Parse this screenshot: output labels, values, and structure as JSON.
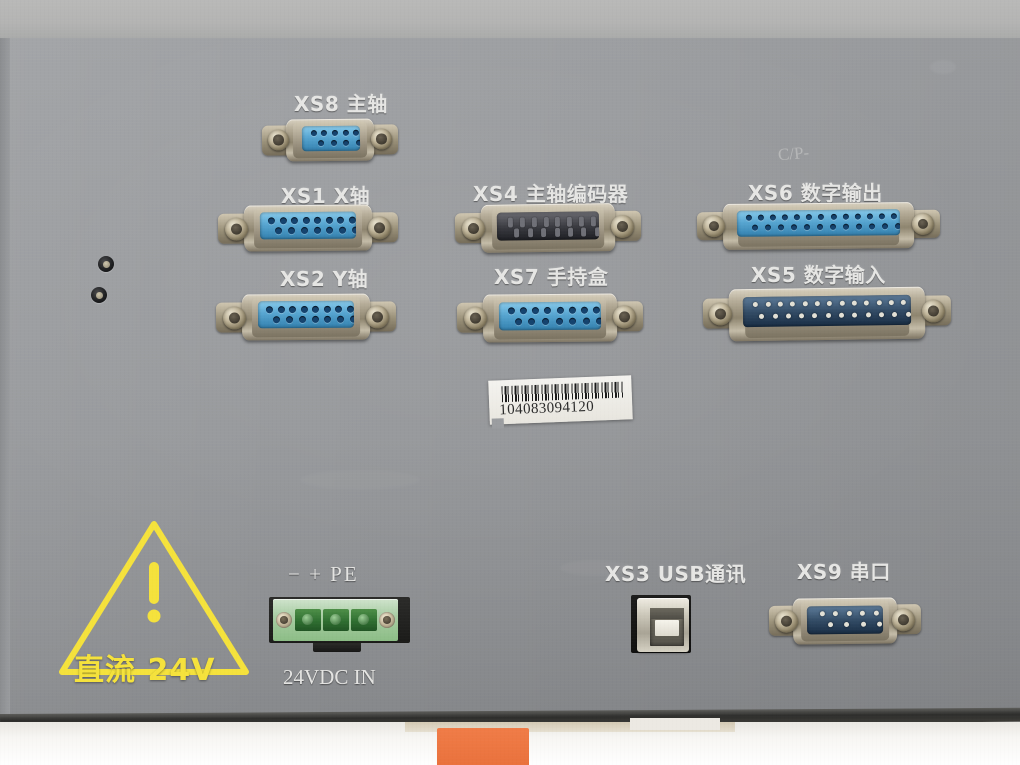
{
  "device": {
    "kind": "cnc-controller-io-panel",
    "panel_color": "#9a9c9f",
    "warning_color": "#f5e23c"
  },
  "connectors": [
    {
      "id": "XS8",
      "code": "XS8",
      "name": "主轴",
      "label": "XS8  主轴",
      "type": "DB9-female",
      "pins": 9,
      "top_pins": 5,
      "bottom_pins": 4,
      "insulator_color": "#4aa8dc"
    },
    {
      "id": "XS1",
      "code": "XS1",
      "name": "X轴",
      "label": "XS1  X轴",
      "type": "DB15-female",
      "pins": 15,
      "top_pins": 8,
      "bottom_pins": 7,
      "insulator_color": "#4aa8dc"
    },
    {
      "id": "XS2",
      "code": "XS2",
      "name": "Y轴",
      "label": "XS2  Y轴",
      "type": "DB15-female",
      "pins": 15,
      "top_pins": 8,
      "bottom_pins": 7,
      "insulator_color": "#4aa8dc"
    },
    {
      "id": "XS4",
      "code": "XS4",
      "name": "主轴编码器",
      "label": "XS4  主轴编码器",
      "type": "DB15-male",
      "pins": 15,
      "top_pins": 8,
      "bottom_pins": 7,
      "insulator_color": "#2b2c33"
    },
    {
      "id": "XS7",
      "code": "XS7",
      "name": "手持盒",
      "label": "XS7  手持盒",
      "type": "DB15-female",
      "pins": 15,
      "top_pins": 8,
      "bottom_pins": 7,
      "insulator_color": "#4aa8dc"
    },
    {
      "id": "XS6",
      "code": "XS6",
      "name": "数字输出",
      "label": "XS6  数字输出",
      "type": "DB25-female",
      "pins": 25,
      "top_pins": 13,
      "bottom_pins": 12,
      "insulator_color": "#4aa8dc"
    },
    {
      "id": "XS5",
      "code": "XS5",
      "name": "数字输入",
      "label": "XS5  数字输入",
      "type": "DB25-male",
      "pins": 25,
      "top_pins": 13,
      "bottom_pins": 12,
      "insulator_color": "#22405f"
    },
    {
      "id": "XS3",
      "code": "XS3",
      "name": "USB通讯",
      "label": "XS3  USB通讯",
      "type": "USB-B",
      "pins": 4,
      "top_pins": 0,
      "bottom_pins": 0,
      "insulator_color": "#6a675c"
    },
    {
      "id": "XS9",
      "code": "XS9",
      "name": "串口",
      "label": "XS9  串口",
      "type": "DB9-male",
      "pins": 9,
      "top_pins": 5,
      "bottom_pins": 4,
      "insulator_color": "#22405f"
    }
  ],
  "power": {
    "polarity_label": "−    +    PE",
    "terminals": [
      "−",
      "+",
      "PE"
    ],
    "bottom_label": "24VDC  IN",
    "block_color": "#8cbd86",
    "pin_count": 3
  },
  "warning": {
    "symbol": "!",
    "text": "直流  24V",
    "meaning_en": "DC 24V",
    "color": "#f5e23c"
  },
  "barcode": {
    "number": "104083094120",
    "background": "#f2f1ec"
  },
  "markings": {
    "handwritten": "C/P-"
  }
}
